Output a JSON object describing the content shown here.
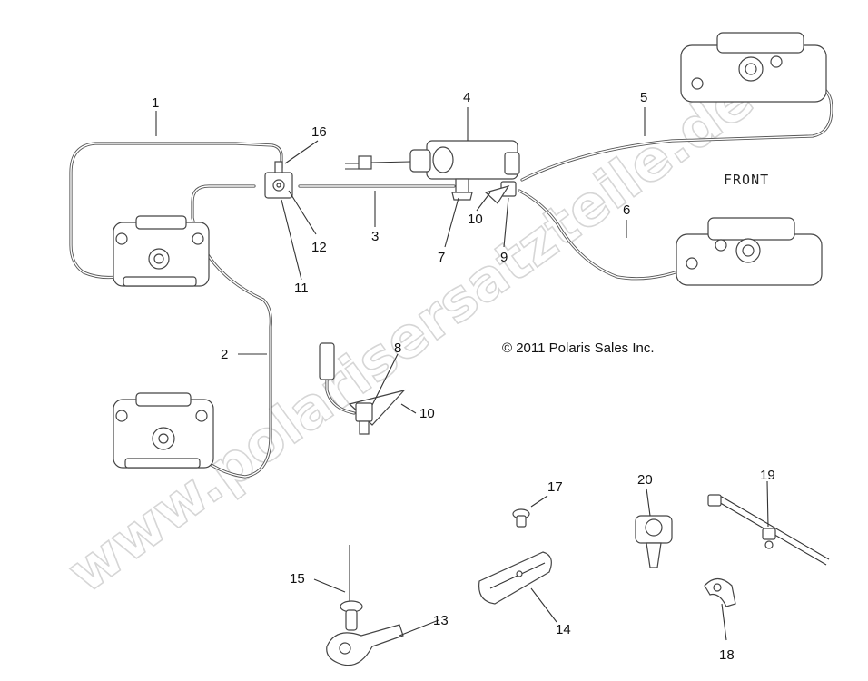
{
  "labels": [
    "1",
    "2",
    "3",
    "4",
    "5",
    "6",
    "7",
    "8",
    "9",
    "10",
    "10",
    "11",
    "12",
    "13",
    "14",
    "15",
    "16",
    "17",
    "18",
    "19",
    "20"
  ],
  "front_text": "FRONT",
  "copyright": "© 2011 Polaris Sales Inc.",
  "watermark": "www.polarisersatzteile.de"
}
